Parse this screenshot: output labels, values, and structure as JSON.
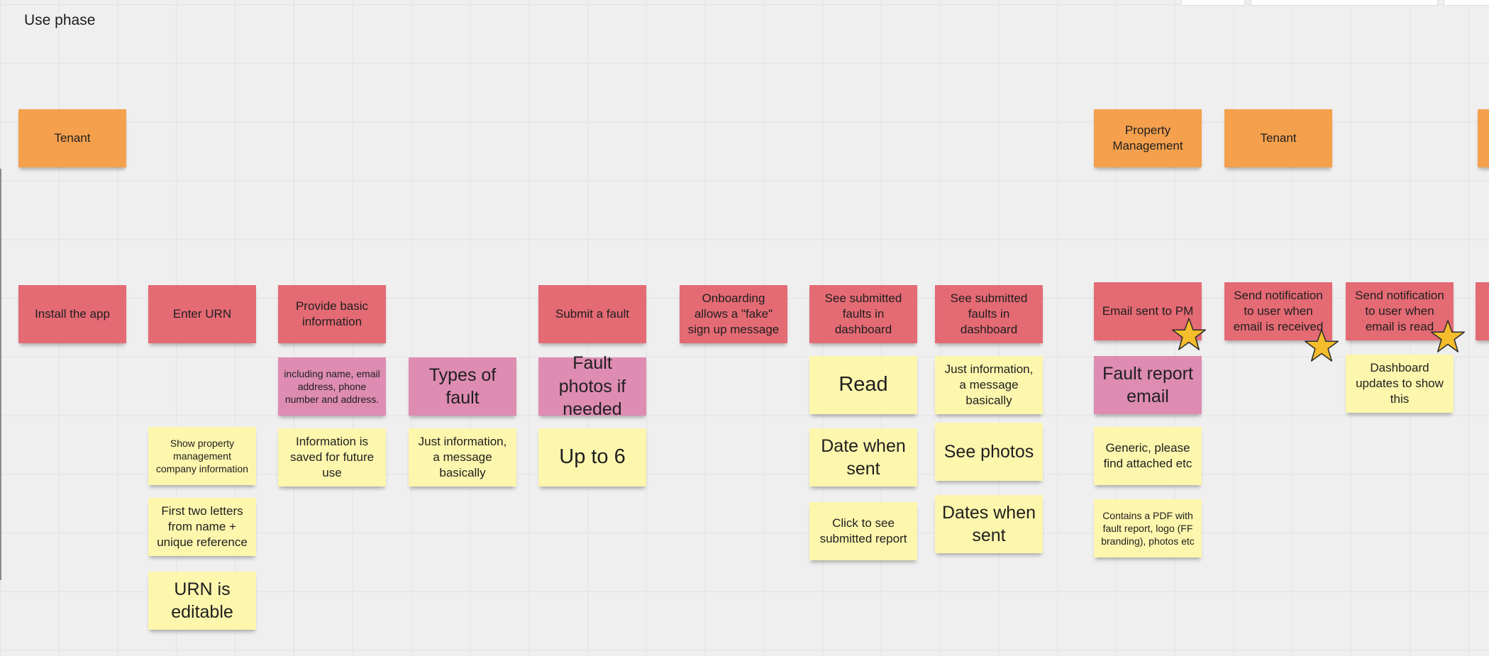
{
  "board": {
    "frame_title": "Use phase",
    "colors": {
      "orange": "#f4a04d",
      "red": "#e46a74",
      "pink": "#de8cb2",
      "yellow": "#fdf6ad",
      "star": "#f5bd2c"
    }
  },
  "actors": {
    "tenant_1": "Tenant",
    "property_management": "Property Management",
    "tenant_2": "Tenant"
  },
  "steps": {
    "install_app": "Install the app",
    "enter_urn": "Enter URN",
    "provide_info": "Provide basic information",
    "submit_fault": "Submit a fault",
    "onboarding": "Onboarding allows a \"fake\" sign up message",
    "see_faults_1": "See submitted faults in dashboard",
    "see_faults_2": "See submitted faults in dashboard",
    "email_pm": "Email sent to PM",
    "notify_received": "Send notification to user when email is received",
    "notify_read": "Send notification to user when email is read"
  },
  "details": {
    "info_fields": "including name, email address, phone number and address.",
    "types_of_fault": "Types of fault",
    "fault_photos": "Fault photos if needed",
    "fault_report_email": "Fault report email",
    "show_pm_info": "Show property management company information",
    "first_two_letters": "First two letters from name + unique reference",
    "urn_editable": "URN is editable",
    "info_saved": "Information is saved for future use",
    "just_info_1": "Just information, a message basically",
    "up_to_6": "Up to 6",
    "read": "Read",
    "date_when_sent": "Date when sent",
    "click_to_see": "Click to see submitted report",
    "just_info_2": "Just information, a message basically",
    "see_photos": "See photos",
    "dates_when_sent": "Dates when sent",
    "generic_attached": "Generic, please find attached etc",
    "contains_pdf": "Contains a PDF with fault report, logo (FF branding), photos etc",
    "dashboard_updates": "Dashboard updates to show this"
  },
  "icons": {
    "priority": "star-icon"
  }
}
